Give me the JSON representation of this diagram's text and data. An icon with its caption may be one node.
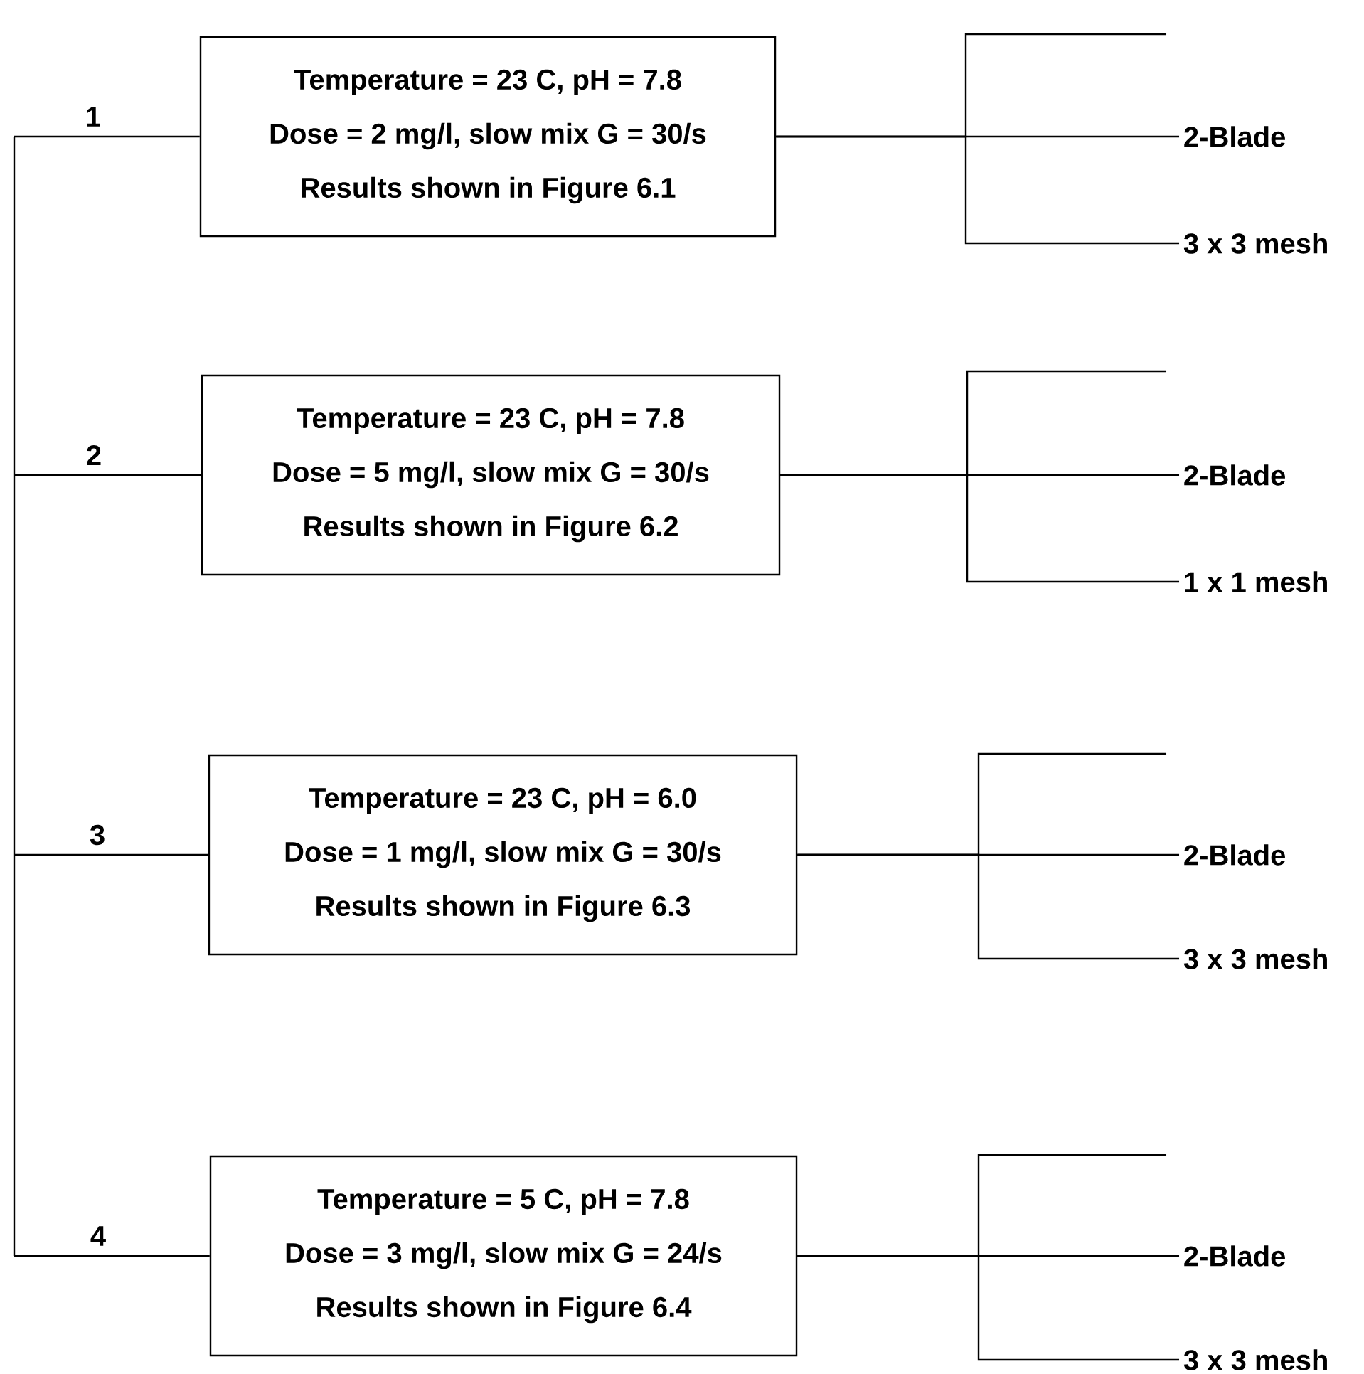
{
  "diagram": {
    "nodes": [
      {
        "text": [
          "Temperature = 23 C, pH = 7.8",
          "Dose = 2 mg/l, slow mix G = 30/s",
          "Results shown in Figure 6.1"
        ]
      },
      {
        "text": [
          "2-Blade"
        ]
      },
      {
        "text": [
          "3 x 3 mesh"
        ]
      },
      {
        "text": [
          "Temperature = 23 C, pH = 7.8",
          "Dose = 5 mg/l, slow mix G = 30/s",
          "Results shown in Figure 6.2"
        ]
      },
      {
        "text": [
          "2-Blade"
        ]
      },
      {
        "text": [
          "1 x 1 mesh"
        ]
      },
      {
        "text": [
          "Temperature = 23 C, pH = 6.0",
          "Dose = 1 mg/l, slow mix G = 30/s",
          "Results shown in Figure 6.3"
        ]
      },
      {
        "text": [
          "2-Blade"
        ]
      },
      {
        "text": [
          "3 x 3 mesh"
        ]
      },
      {
        "text": [
          "Temperature = 5 C, pH = 7.8",
          "Dose = 3 mg/l, slow mix G = 24/s",
          "Results shown in Figure 6.4"
        ]
      },
      {
        "text": [
          "2-Blade"
        ]
      },
      {
        "text": [
          "3 x 3 mesh"
        ]
      }
    ],
    "edges": [
      {
        "from": null,
        "to": 0,
        "arrow": "none",
        "label": "1"
      },
      {
        "from": 0,
        "to": null,
        "arrow": "none"
      },
      {
        "from": 0,
        "to": 1,
        "arrow": "none"
      },
      {
        "from": 0,
        "to": 2,
        "arrow": "none"
      },
      {
        "from": null,
        "to": 3,
        "arrow": "none",
        "label": "2"
      },
      {
        "from": 3,
        "to": null,
        "arrow": "none"
      },
      {
        "from": 3,
        "to": 4,
        "arrow": "none"
      },
      {
        "from": 3,
        "to": 5,
        "arrow": "none"
      },
      {
        "from": null,
        "to": 6,
        "arrow": "none",
        "label": "3"
      },
      {
        "from": 6,
        "to": null,
        "arrow": "none"
      },
      {
        "from": 6,
        "to": 7,
        "arrow": "none"
      },
      {
        "from": 6,
        "to": 8,
        "arrow": "none"
      },
      {
        "from": null,
        "to": 9,
        "arrow": "none",
        "label": "4"
      },
      {
        "from": 9,
        "to": null,
        "arrow": "none"
      },
      {
        "from": 9,
        "to": 10,
        "arrow": "none"
      },
      {
        "from": 9,
        "to": 11,
        "arrow": "none"
      }
    ]
  }
}
